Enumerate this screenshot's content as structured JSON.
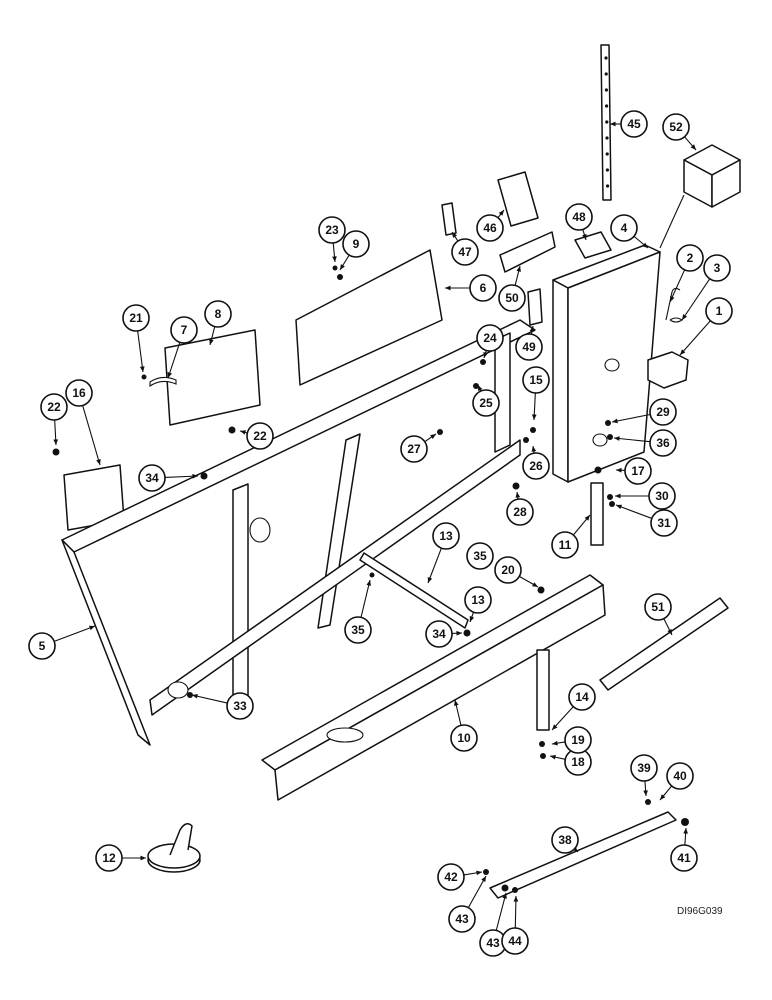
{
  "figure": {
    "code": "DI96G039",
    "callouts": [
      {
        "id": "1",
        "label": "1"
      },
      {
        "id": "2",
        "label": "2"
      },
      {
        "id": "3",
        "label": "3"
      },
      {
        "id": "4",
        "label": "4"
      },
      {
        "id": "5",
        "label": "5"
      },
      {
        "id": "6",
        "label": "6"
      },
      {
        "id": "7",
        "label": "7"
      },
      {
        "id": "8",
        "label": "8"
      },
      {
        "id": "9",
        "label": "9"
      },
      {
        "id": "10",
        "label": "10"
      },
      {
        "id": "11",
        "label": "11"
      },
      {
        "id": "12",
        "label": "12"
      },
      {
        "id": "13a",
        "label": "13"
      },
      {
        "id": "13b",
        "label": "13"
      },
      {
        "id": "14",
        "label": "14"
      },
      {
        "id": "15",
        "label": "15"
      },
      {
        "id": "16",
        "label": "16"
      },
      {
        "id": "17",
        "label": "17"
      },
      {
        "id": "18",
        "label": "18"
      },
      {
        "id": "19",
        "label": "19"
      },
      {
        "id": "20",
        "label": "20"
      },
      {
        "id": "21",
        "label": "21"
      },
      {
        "id": "22a",
        "label": "22"
      },
      {
        "id": "22b",
        "label": "22"
      },
      {
        "id": "23",
        "label": "23"
      },
      {
        "id": "24",
        "label": "24"
      },
      {
        "id": "25",
        "label": "25"
      },
      {
        "id": "26",
        "label": "26"
      },
      {
        "id": "27",
        "label": "27"
      },
      {
        "id": "28",
        "label": "28"
      },
      {
        "id": "29",
        "label": "29"
      },
      {
        "id": "30",
        "label": "30"
      },
      {
        "id": "31",
        "label": "31"
      },
      {
        "id": "33",
        "label": "33"
      },
      {
        "id": "34a",
        "label": "34"
      },
      {
        "id": "34b",
        "label": "34"
      },
      {
        "id": "35a",
        "label": "35"
      },
      {
        "id": "35b",
        "label": "35"
      },
      {
        "id": "36",
        "label": "36"
      },
      {
        "id": "38",
        "label": "38"
      },
      {
        "id": "39",
        "label": "39"
      },
      {
        "id": "40",
        "label": "40"
      },
      {
        "id": "41",
        "label": "41"
      },
      {
        "id": "42",
        "label": "42"
      },
      {
        "id": "43a",
        "label": "43"
      },
      {
        "id": "43b",
        "label": "43"
      },
      {
        "id": "44",
        "label": "44"
      },
      {
        "id": "45",
        "label": "45"
      },
      {
        "id": "46",
        "label": "46"
      },
      {
        "id": "47",
        "label": "47"
      },
      {
        "id": "48",
        "label": "48"
      },
      {
        "id": "49",
        "label": "49"
      },
      {
        "id": "50",
        "label": "50"
      },
      {
        "id": "51",
        "label": "51"
      },
      {
        "id": "52",
        "label": "52"
      }
    ]
  }
}
